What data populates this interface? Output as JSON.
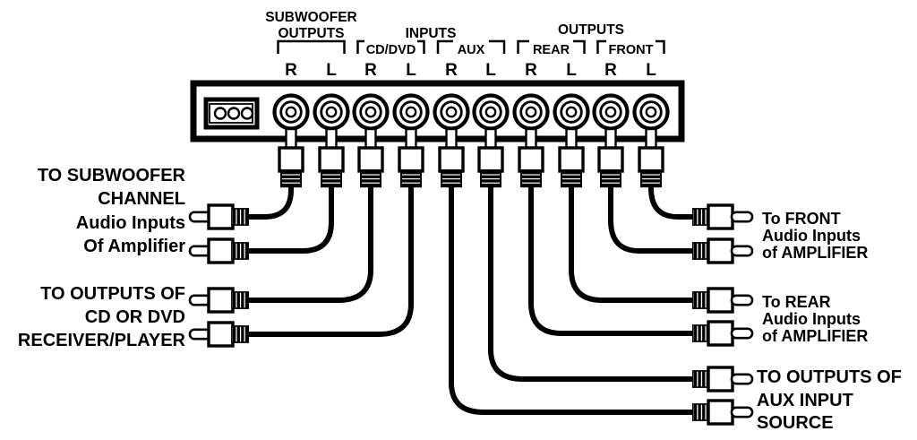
{
  "top": {
    "subwoofer_heading": [
      "SUBWOOFER",
      "OUTPUTS"
    ],
    "inputs_heading": "INPUTS",
    "outputs_heading": "OUTPUTS",
    "bracket_labels": {
      "cd_dvd": "CD/DVD",
      "aux": "AUX",
      "rear": "REAR",
      "front": "FRONT"
    }
  },
  "jacks": {
    "channels": [
      "R",
      "L",
      "R",
      "L",
      "R",
      "L",
      "R",
      "L",
      "R",
      "L"
    ]
  },
  "connections": {
    "subwoofer": [
      "TO SUBWOOFER",
      "CHANNEL",
      "Audio Inputs",
      "Of Amplifier"
    ],
    "cd_dvd": [
      "TO OUTPUTS OF",
      "CD OR DVD",
      "RECEIVER/PLAYER"
    ],
    "front": [
      "To FRONT",
      "Audio Inputs",
      "of AMPLIFIER"
    ],
    "rear": [
      "To REAR",
      "Audio Inputs",
      "of AMPLIFIER"
    ],
    "aux": [
      "TO OUTPUTS OF",
      "AUX INPUT",
      "SOURCE"
    ]
  },
  "colors": {
    "line": "#000000",
    "background": "#ffffff"
  }
}
